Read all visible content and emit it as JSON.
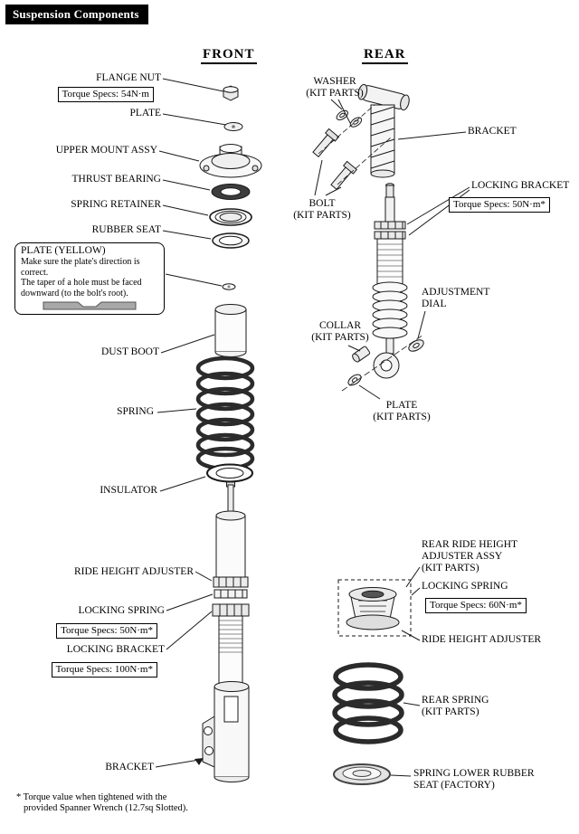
{
  "header": {
    "title": "Suspension Components"
  },
  "front": {
    "heading": "FRONT",
    "flange_nut": "FLANGE NUT",
    "flange_nut_torque": "Torque Specs: 54N·m",
    "plate": "PLATE",
    "upper_mount_assy": "UPPER MOUNT ASSY",
    "thrust_bearing": "THRUST BEARING",
    "spring_retainer": "SPRING RETAINER",
    "rubber_seat": "RUBBER SEAT",
    "plate_note_title": "PLATE (YELLOW)",
    "plate_note_body": "Make sure the plate's direction is\ncorrect.\nThe taper of a hole must be faced\ndownward (to the bolt's root).",
    "dust_boot": "DUST BOOT",
    "spring": "SPRING",
    "insulator": "INSULATOR",
    "ride_height_adjuster": "RIDE HEIGHT ADJUSTER",
    "locking_spring": "LOCKING SPRING",
    "locking_spring_torque": "Torque Specs: 50N·m*",
    "locking_bracket": "LOCKING BRACKET",
    "locking_bracket_torque": "Torque Specs: 100N·m*",
    "bracket": "BRACKET"
  },
  "rear": {
    "heading": "REAR",
    "washer": "WASHER\n(KIT PARTS)",
    "bracket": "BRACKET",
    "bolt": "BOLT\n(KIT PARTS)",
    "locking_bracket": "LOCKING BRACKET",
    "locking_bracket_torque": "Torque Specs: 50N·m*",
    "adjustment_dial": "ADJUSTMENT\nDIAL",
    "collar": "COLLAR\n(KIT PARTS)",
    "plate": "PLATE\n(KIT PARTS)",
    "rear_ride_height_adjuster_assy": "REAR RIDE HEIGHT\nADJUSTER ASSY\n(KIT PARTS)",
    "locking_spring": "LOCKING SPRING",
    "locking_spring_torque": "Torque Specs: 60N·m*",
    "ride_height_adjuster": "RIDE HEIGHT ADJUSTER",
    "rear_spring": "REAR SPRING\n(KIT PARTS)",
    "spring_lower_rubber_seat": "SPRING LOWER RUBBER\nSEAT (FACTORY)"
  },
  "footnote": {
    "line1": "* Torque value when tightened with the",
    "line2": "provided Spanner Wrench (12.7sq Slotted)."
  }
}
